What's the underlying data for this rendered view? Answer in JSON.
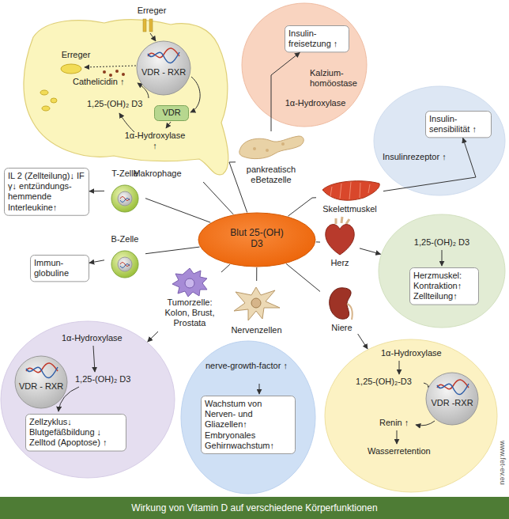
{
  "diagram": {
    "caption": "Wirkung von Vitamin D auf verschiedene Körperfunktionen",
    "nodes": [
      {
        "text": [
          "Blut 25-(OH) D3"
        ]
      },
      {
        "text": [
          "Erreger",
          "Erreger",
          "Cathelicidin ↑",
          "1,25-(OH)₂ D3",
          "1α-Hydroxylase ↑",
          "Makrophage"
        ]
      },
      {
        "text": [
          "VDR - RXR"
        ],
        "in": 1
      },
      {
        "text": [
          "VDR"
        ],
        "in": 1
      },
      {
        "text": [
          "Kalzium- homöostase",
          "1α-Hydroxylase"
        ]
      },
      {
        "text": [
          "Insulin- freisetzung ↑"
        ],
        "in": 4
      },
      {
        "text": [
          "pankreatisch eBetazelle"
        ]
      },
      {
        "text": [
          "Insulinrezeptor ↑"
        ]
      },
      {
        "text": [
          "Insulin- sensibilität ↑"
        ],
        "in": 7
      },
      {
        "text": [
          "Skelettmuskel"
        ]
      },
      {
        "text": [
          "Herz"
        ]
      },
      {
        "text": [
          "1,25-(OH)₂ D3"
        ]
      },
      {
        "text": [
          "Herzmuskel: Kontraktion↑ Zellteilung↑"
        ],
        "in": 11
      },
      {
        "text": [
          "T-Zelle"
        ]
      },
      {
        "text": [
          "IL 2 (Zellteilung)↓ IF γ↓ entzündungs- hemmende Interleukine↑"
        ]
      },
      {
        "text": [
          "B-Zelle"
        ]
      },
      {
        "text": [
          "Immun- globuline"
        ]
      },
      {
        "text": [
          "Tumorzelle: Kolon, Brust, Prostata"
        ]
      },
      {
        "text": [
          "Nervenzellen"
        ]
      },
      {
        "text": [
          "Niere"
        ]
      },
      {
        "text": [
          "1α-Hydroxylase",
          "1,25-(OH)₂ D3"
        ]
      },
      {
        "text": [
          "VDR - RXR"
        ],
        "in": 20
      },
      {
        "text": [
          "Zellzyklus↓ Blutgefäßbildung ↓ Zelltod (Apoptose) ↑"
        ],
        "in": 20
      },
      {
        "text": [
          "nerve-growth-factor ↑"
        ]
      },
      {
        "text": [
          "Wachstum von Nerven- und Gliazellen↑ Embryonales Gehirnwachstum↑"
        ],
        "in": 23
      },
      {
        "text": [
          "1α-Hydroxylase",
          "1,25-(OH)₂-D3",
          "Renin ↑",
          "Wasserretention"
        ]
      },
      {
        "text": [
          "VDR -RXR"
        ],
        "in": 25
      }
    ],
    "edges": [
      {
        "from": 0,
        "to": 1,
        "arrow": "none"
      },
      {
        "from": 0,
        "to": 6,
        "arrow": "none"
      },
      {
        "from": 6,
        "to": 5,
        "arrow": "to"
      },
      {
        "from": 0,
        "to": 9,
        "arrow": "none"
      },
      {
        "from": 9,
        "to": 8,
        "arrow": "to"
      },
      {
        "from": 0,
        "to": 10,
        "arrow": "none"
      },
      {
        "from": 10,
        "to": 11,
        "arrow": "to"
      },
      {
        "from": 0,
        "to": 13,
        "arrow": "none"
      },
      {
        "from": 13,
        "to": 14,
        "arrow": "to"
      },
      {
        "from": 0,
        "to": 15,
        "arrow": "none"
      },
      {
        "from": 15,
        "to": 16,
        "arrow": "to"
      },
      {
        "from": 0,
        "to": 17,
        "arrow": "none"
      },
      {
        "from": 17,
        "to": 20,
        "arrow": "to"
      },
      {
        "from": 0,
        "to": 18,
        "arrow": "none"
      },
      {
        "from": 0,
        "to": 19,
        "arrow": "none"
      },
      {
        "from": 19,
        "to": 25,
        "arrow": "to"
      }
    ],
    "labels": [
      "www.fet-ev.eu"
    ]
  }
}
